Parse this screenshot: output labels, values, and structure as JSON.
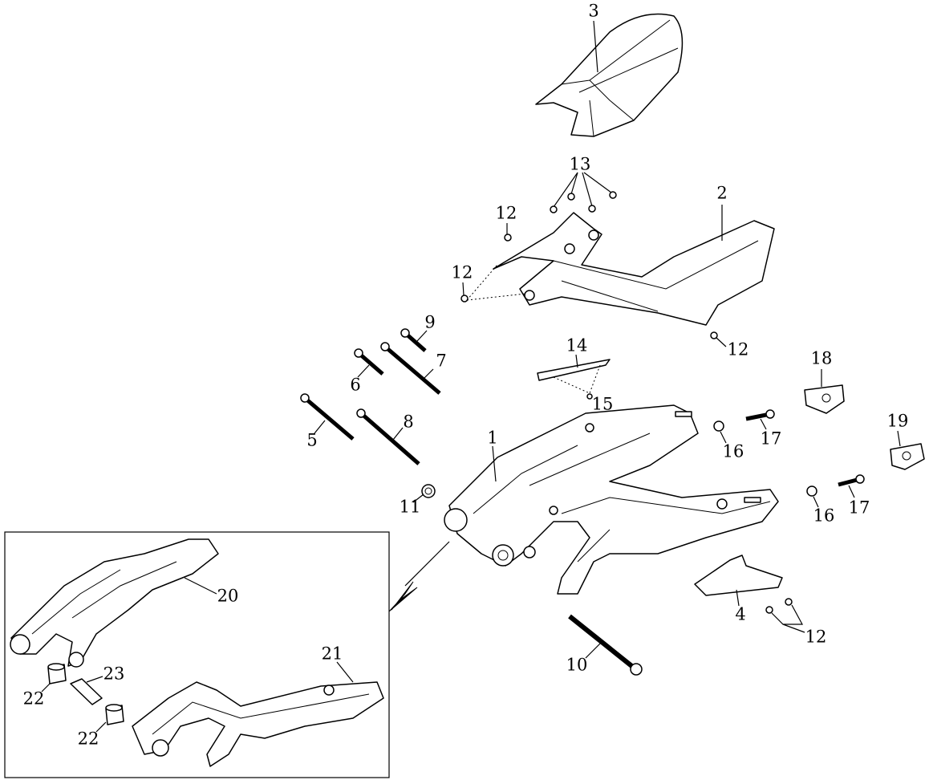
{
  "diagram": {
    "title": "Swingarm and rear seat exploded parts view",
    "callouts": {
      "seat": "3",
      "bolts_top": "13",
      "rear_frame": "2",
      "bolt_a": "12",
      "bolt_b": "12",
      "bolt_c": "12",
      "bolt_d": "12",
      "bolt_9": "9",
      "bolt_7": "7",
      "bolt_6": "6",
      "bolt_5": "5",
      "bolt_8": "8",
      "plate_14": "14",
      "screw_15": "15",
      "bracket_18": "18",
      "bracket_19": "19",
      "bolt_17a": "17",
      "bolt_17b": "17",
      "nut_16a": "16",
      "nut_16b": "16",
      "swingarm": "1",
      "nut_11": "11",
      "guard_4": "4",
      "axle_10": "10",
      "left_arm_20": "20",
      "right_arm_21": "21",
      "bushing_23": "23",
      "bushing_22a": "22",
      "bushing_22b": "22"
    }
  }
}
